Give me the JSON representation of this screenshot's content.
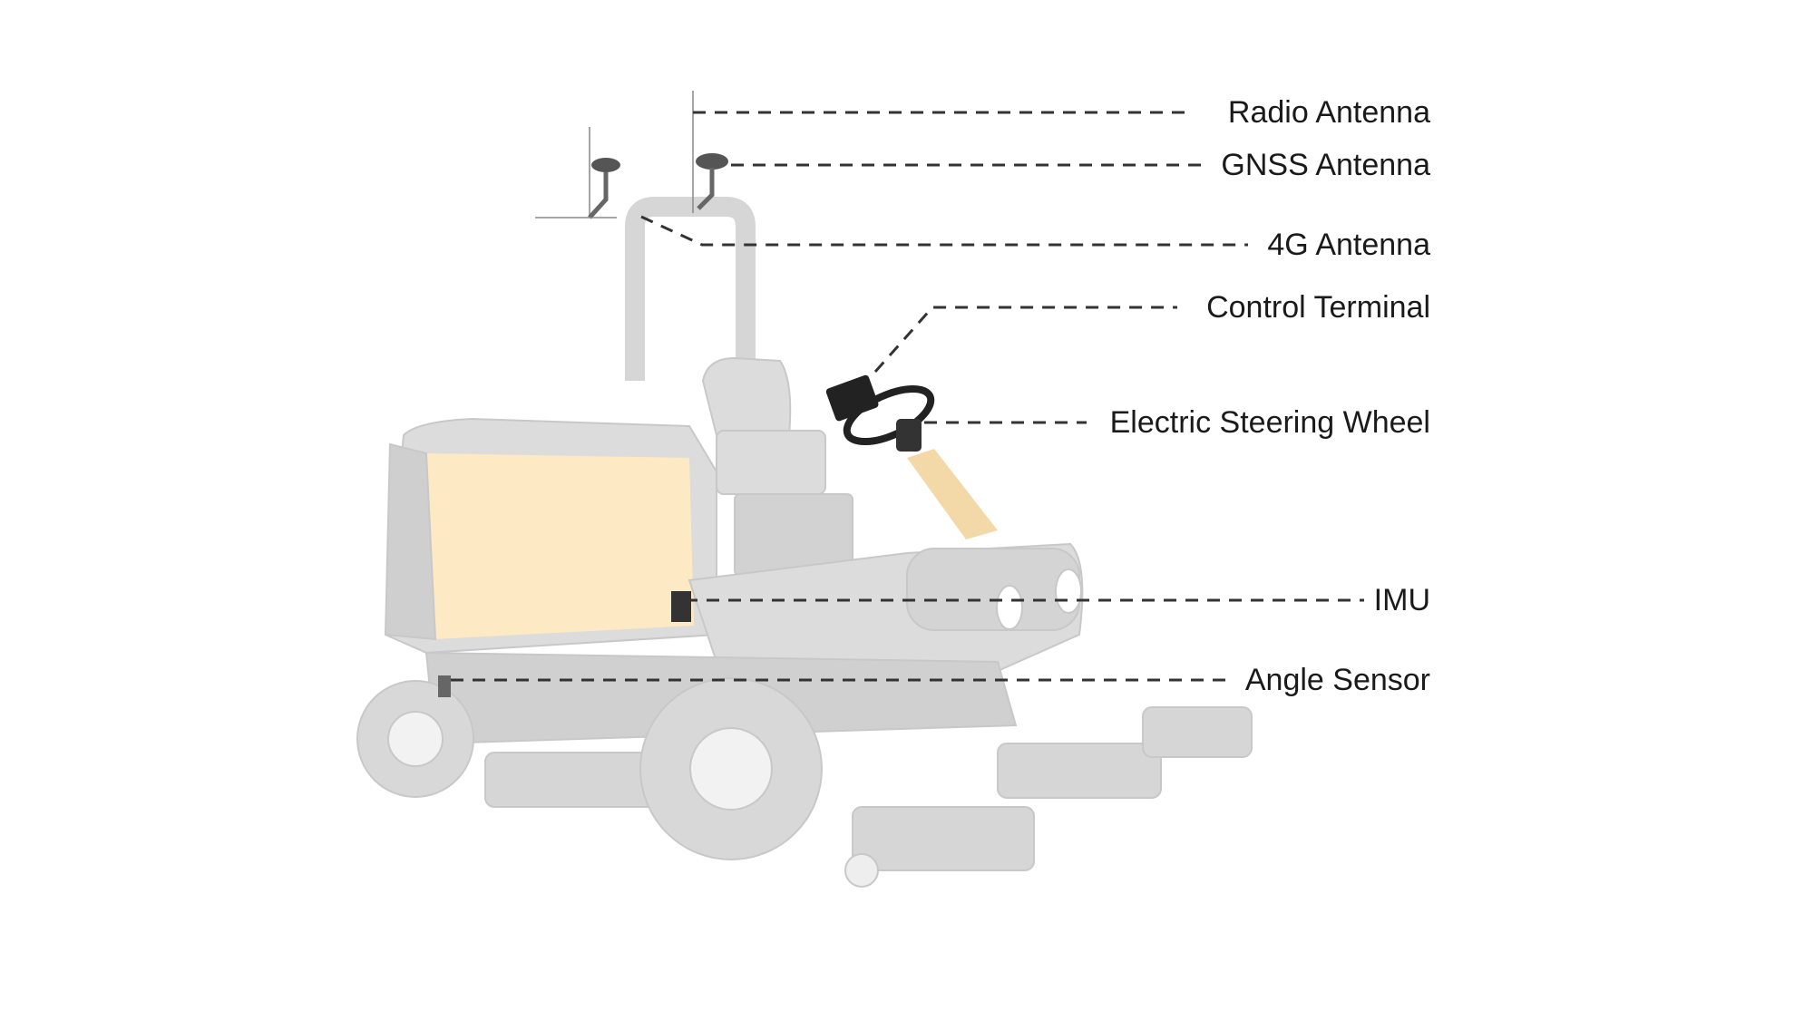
{
  "diagram": {
    "labels": [
      {
        "id": "radio",
        "text": "Radio Antenna"
      },
      {
        "id": "gnss",
        "text": "GNSS Antenna"
      },
      {
        "id": "4g",
        "text": "4G Antenna"
      },
      {
        "id": "terminal",
        "text": "Control Terminal"
      },
      {
        "id": "steering",
        "text": "Electric Steering Wheel"
      },
      {
        "id": "imu",
        "text": "IMU"
      },
      {
        "id": "angle",
        "text": "Angle Sensor"
      }
    ],
    "colors": {
      "vehicle": "#d9d9d9",
      "highlight": "#fde9c4",
      "leader": "#333333"
    }
  }
}
